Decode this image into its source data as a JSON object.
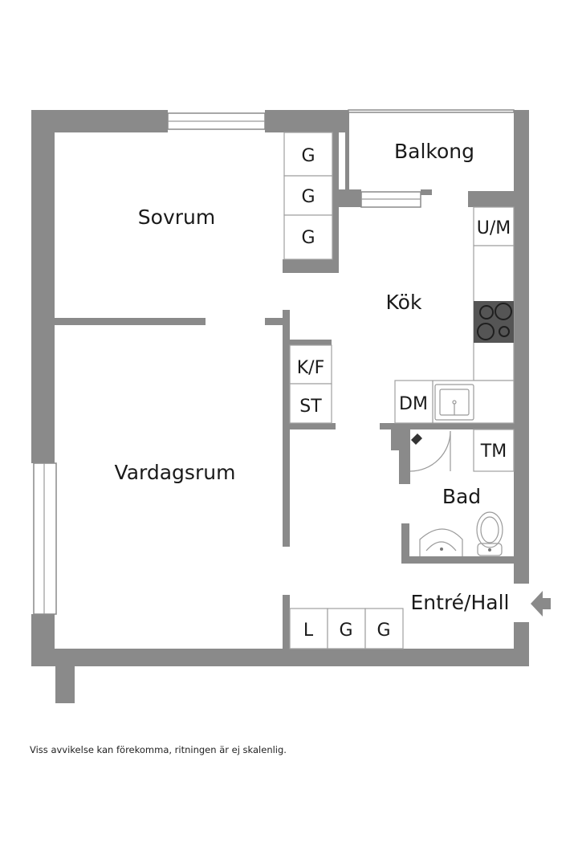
{
  "rooms": {
    "sovrum": "Sovrum",
    "balkong": "Balkong",
    "kok": "Kök",
    "vardagsrum": "Vardagsrum",
    "bad": "Bad",
    "entre": "Entré/Hall"
  },
  "fixtures": {
    "closet_g": "G",
    "fridge_freezer": "K/F",
    "storage": "ST",
    "fridge_um": "U/M",
    "dishwasher": "DM",
    "dryer": "TM",
    "closet_l": "L"
  },
  "disclaimer": "Viss avvikelse kan förekomma, ritningen är ej skalenlig.",
  "colors": {
    "wall": "#8a8a8a",
    "background": "#ffffff",
    "stove": "#555555"
  },
  "icons": [
    "entrance-arrow-icon",
    "stove-icon",
    "sink-icon",
    "toilet-icon",
    "shower-icon",
    "washbasin-icon"
  ]
}
